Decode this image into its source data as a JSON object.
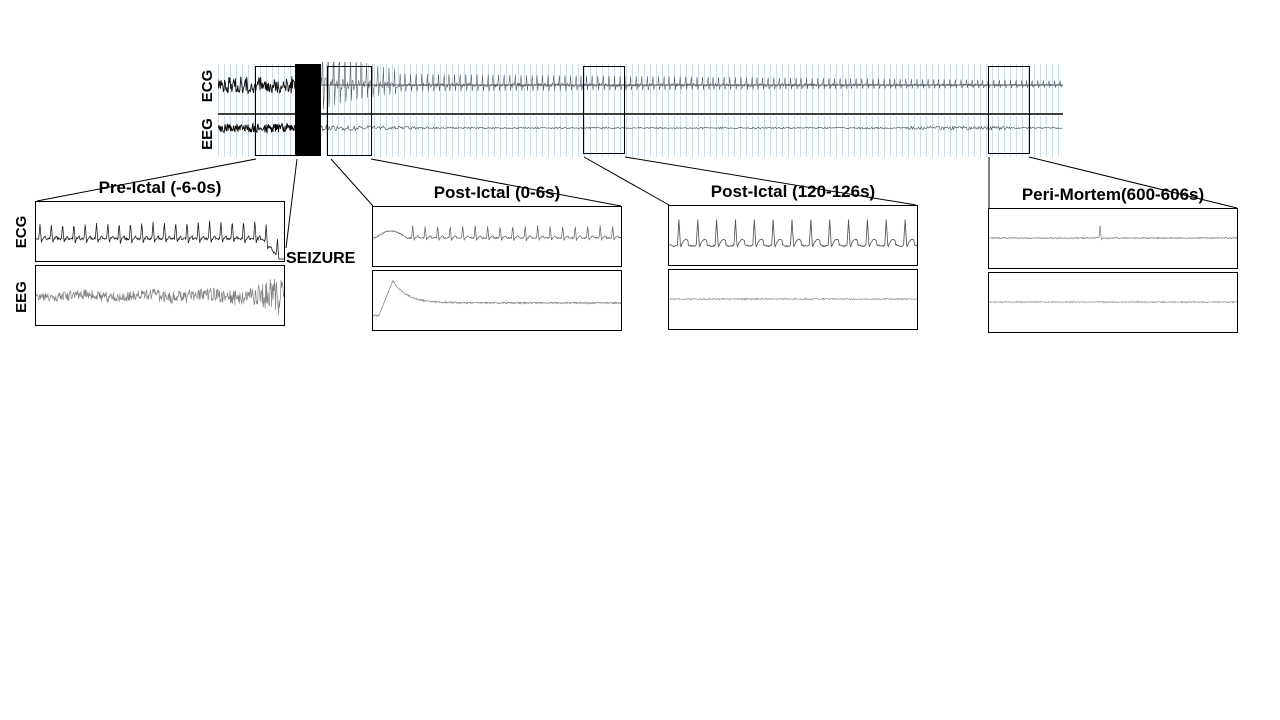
{
  "colors": {
    "trace_black": "#111111",
    "trace_dark_gray": "#555555",
    "trace_gray": "#777777",
    "trace_light_gray": "#9a9a9a",
    "grid_blue": "#7daad2",
    "box_border": "#000000"
  },
  "overview": {
    "ecg_label": "ECG",
    "eeg_label": "EEG"
  },
  "zoom": {
    "ecg_label": "ECG",
    "eeg_label": "EEG"
  },
  "seizure_label": "SEIZURE",
  "panels": [
    {
      "title": "Pre-Ictal (-6-0s)"
    },
    {
      "title": "Post-Ictal (0-6s)"
    },
    {
      "title": "Post-Ictal (120-126s)"
    },
    {
      "title": "Peri-Mortem(600-606s)"
    }
  ]
}
